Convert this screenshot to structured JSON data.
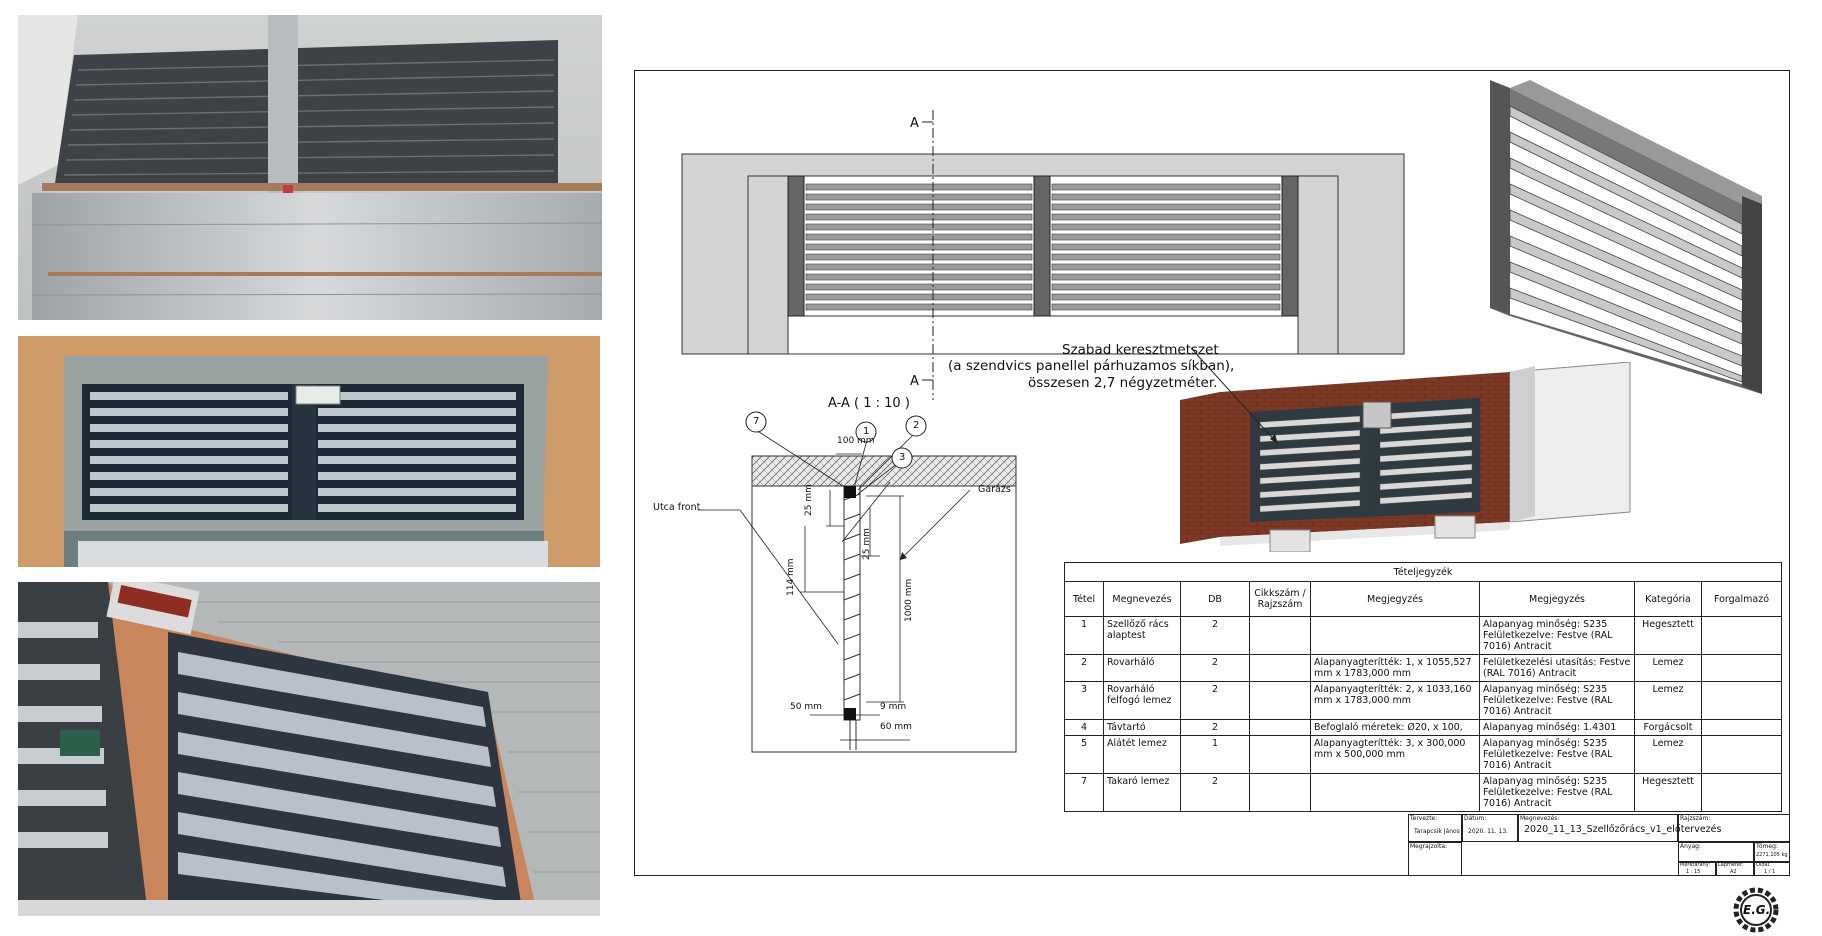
{
  "drawing": {
    "section_marker_top": "A",
    "section_marker_bottom": "A",
    "section_title": "A-A ( 1 : 10 )",
    "note_lines": [
      "Szabad keresztmetszet",
      "(a szendvics panellel párhuzamos síkban),",
      "összesen 2,7 négyzetméter."
    ],
    "labels": {
      "utca": "Utca front",
      "garazs": "Garázs"
    },
    "callouts": [
      "7",
      "1",
      "2",
      "3"
    ],
    "dimensions": {
      "d100": "100 mm",
      "d25a": "25 mm",
      "d25b": "25 mm",
      "d114": "114 mm",
      "d1000": "1000 mm",
      "d50": "50 mm",
      "d9": "9 mm",
      "d60": "60 mm"
    }
  },
  "bom": {
    "title": "Tételjegyzék",
    "headers": [
      "Tétel",
      "Megnevezés",
      "DB",
      "Cikkszám / Rajzszám",
      "Megjegyzés",
      "Megjegyzés",
      "Kategória",
      "Forgalmazó"
    ],
    "rows": [
      {
        "item": "1",
        "name": "Szellőző rács alaptest",
        "qty": "2",
        "part": "",
        "note1": "",
        "note2": "Alapanyag minőség: S235 Felületkezelve: Festve (RAL 7016) Antracit",
        "cat": "Hegesztett",
        "vendor": ""
      },
      {
        "item": "2",
        "name": "Rovarháló",
        "qty": "2",
        "part": "",
        "note1": "Alapanyagterítték: 1, x 1055,527 mm x 1783,000 mm",
        "note2": "Felületkezelési utasítás: Festve (RAL 7016) Antracit",
        "cat": "Lemez",
        "vendor": ""
      },
      {
        "item": "3",
        "name": "Rovarháló felfogó lemez",
        "qty": "2",
        "part": "",
        "note1": "Alapanyagterítték: 2, x 1033,160 mm x 1783,000 mm",
        "note2": "Alapanyag minőség: S235 Felületkezelve: Festve (RAL 7016) Antracit",
        "cat": "Lemez",
        "vendor": ""
      },
      {
        "item": "4",
        "name": "Távtartó",
        "qty": "2",
        "part": "",
        "note1": "Befoglaló méretek: Ø20, x 100,",
        "note2": "Alapanyag minőség: 1.4301",
        "cat": "Forgácsolt",
        "vendor": ""
      },
      {
        "item": "5",
        "name": "Alátét lemez",
        "qty": "1",
        "part": "",
        "note1": "Alapanyagterítték: 3, x 300,000 mm x 500,000 mm",
        "note2": "Alapanyag minőség: S235 Felületkezelve: Festve (RAL 7016) Antracit",
        "cat": "Lemez",
        "vendor": ""
      },
      {
        "item": "7",
        "name": "Takaró lemez",
        "qty": "2",
        "part": "",
        "note1": "",
        "note2": "Alapanyag minőség: S235 Felületkezelve: Festve (RAL 7016) Antracit",
        "cat": "Hegesztett",
        "vendor": ""
      }
    ]
  },
  "title_block": {
    "tervezte_label": "Tervezte:",
    "tervezte": "Tarapcsik János",
    "datum_label": "Dátum:",
    "datum": "2020. 11. 13.",
    "megnevezes_label": "Megnevezés:",
    "megnevezes": "2020_11_13_Szellőzőrács_v1_előtervezés",
    "rajzszam_label": "Rajzszám:",
    "megrajzolta_label": "Megrajzolta:",
    "anyag_label": "Anyag:",
    "tomeg_label": "Tömeg:",
    "tomeg": "2271,105 kg",
    "meretarany_label": "Méretarány:",
    "meretarany": "1 : 15",
    "lapmeret_label": "Lapméret:",
    "lapmeret": "A2",
    "oldal_label": "Oldal:",
    "oldal": "1 / 1"
  },
  "logo": "E.G."
}
